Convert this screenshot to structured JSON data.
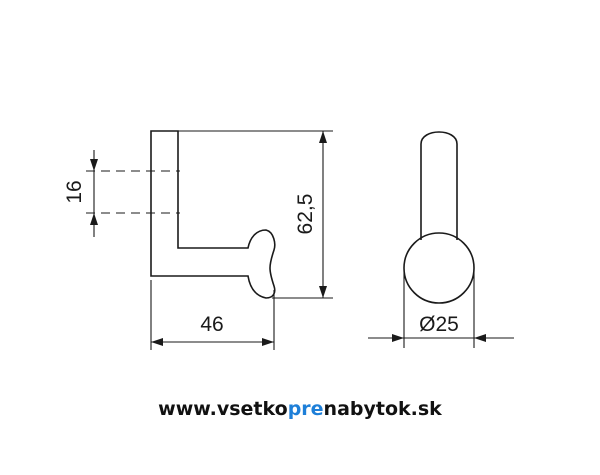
{
  "dimensions": {
    "height_small": "16",
    "height_total": "62,5",
    "width": "46",
    "diameter": "Ø25"
  },
  "footer": {
    "part1": "www.vsetko",
    "part2": "pre",
    "part3": "nabytok.sk"
  },
  "colors": {
    "line": "#1a1a1a",
    "text": "#111111",
    "accent": "#1e7fd8",
    "background": "#ffffff"
  }
}
